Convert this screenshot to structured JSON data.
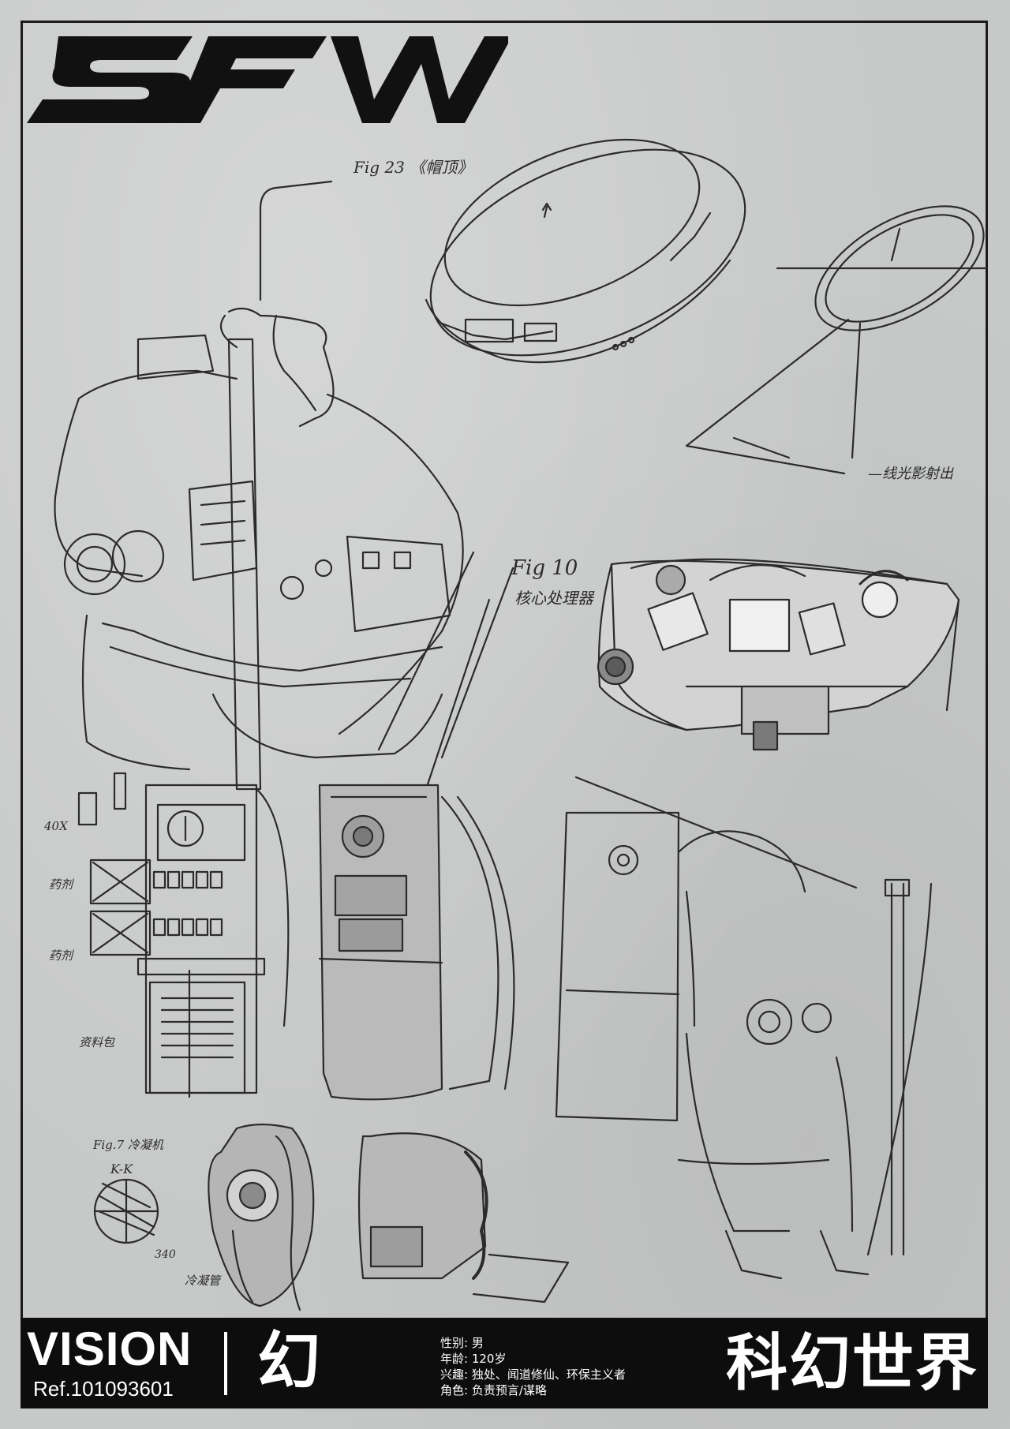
{
  "logo": {
    "text": "SFW"
  },
  "annotations": {
    "fig23": "Fig 23 《帽顶》",
    "fig10": "Fig 10",
    "fig10_sub": "核心处理器",
    "light_beam": "—线光影射出",
    "qty": "40X",
    "label_drug1": "药剂",
    "label_drug2": "药剂",
    "label_bag": "资料包",
    "fig7": "Fig.7 冷凝机",
    "section": "K-K",
    "angle": "340",
    "label_pipe": "冷凝管"
  },
  "footer": {
    "vision": "VISION",
    "ref": "Ref.101093601",
    "huan": "幻",
    "info": [
      "性别: 男",
      "年龄: 120岁",
      "兴趣: 独处、闻道修仙、环保主义者",
      "角色: 负责预言/谋略"
    ],
    "brand": "科幻世界"
  },
  "colors": {
    "paper": "#c7c9c8",
    "ink": "#1b1b1b",
    "footer": "#0d0d0d"
  }
}
